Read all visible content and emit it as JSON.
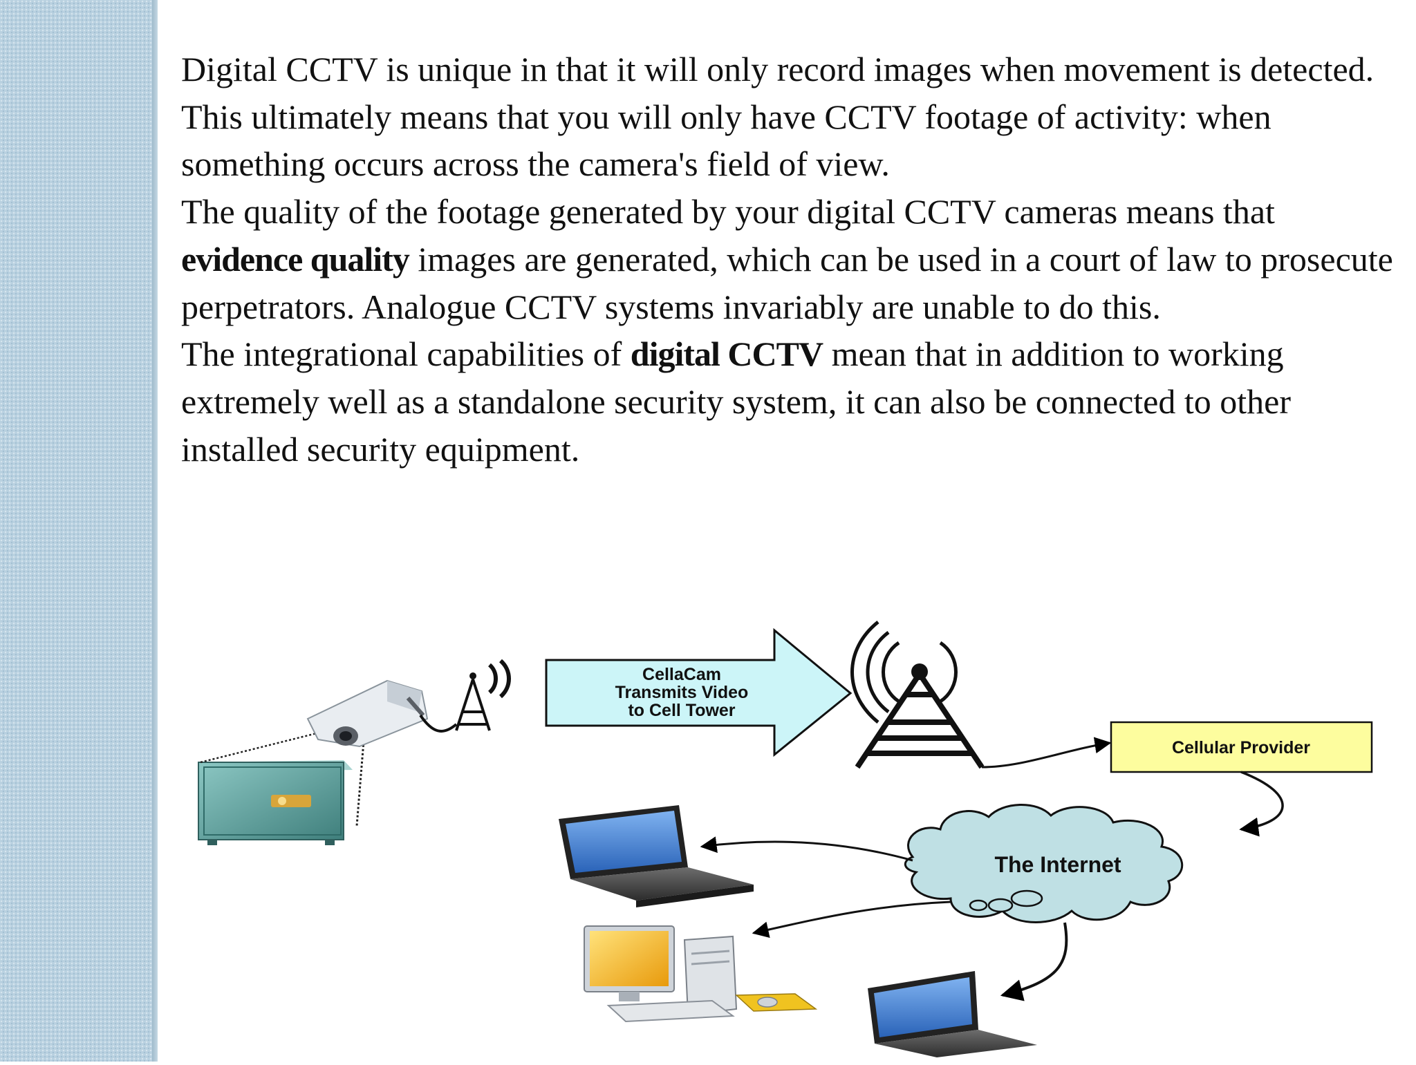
{
  "paragraphs": [
    {
      "before": "Digital CCTV is unique in that it will only record images when movement is detected. This ultimately means that you will only have CCTV footage of activity: when something occurs across the camera's field of view.",
      "emphasis": "",
      "after": ""
    },
    {
      "before": "The quality of the footage generated by your digital CCTV cameras means that ",
      "emphasis": "evidence quality",
      "after": " images are generated, which can be used in a court of law to prosecute perpetrators. Analogue CCTV systems invariably are unable to do this."
    },
    {
      "before": "The integrational capabilities of ",
      "emphasis": "digital CCTV",
      "after": " mean that in addition to working extremely well as a standalone security system, it can also be connected to other installed security equipment."
    }
  ],
  "diagram": {
    "arrow_label": [
      "CellaCam",
      "Transmits Video",
      "to Cell Tower"
    ],
    "provider_label": "Cellular Provider",
    "cloud_label": "The Internet",
    "colors": {
      "arrow_fill": "#ccf5f8",
      "provider_fill": "#fdfd9e",
      "cloud_fill": "#bfe0e4",
      "safe_fill": "#5fa3a0",
      "screen_blue": "#3a7bd5",
      "monitor_yellow": "#f3b21c"
    },
    "icons": [
      "security-camera-icon",
      "safe-icon",
      "small-antenna-icon",
      "cell-tower-icon",
      "laptop-icon",
      "desktop-computer-icon"
    ]
  },
  "colors": {
    "side_band": "#b9d1e0",
    "text": "#111111",
    "background": "#ffffff"
  }
}
